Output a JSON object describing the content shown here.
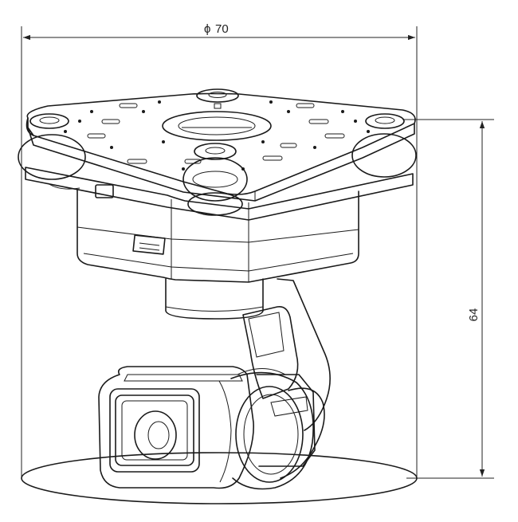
{
  "dimensions": {
    "diameter": {
      "symbol": "ϕ",
      "value": "70"
    },
    "height": {
      "value": "64"
    }
  },
  "colors": {
    "line": "#1a1a1a",
    "background": "#ffffff"
  }
}
